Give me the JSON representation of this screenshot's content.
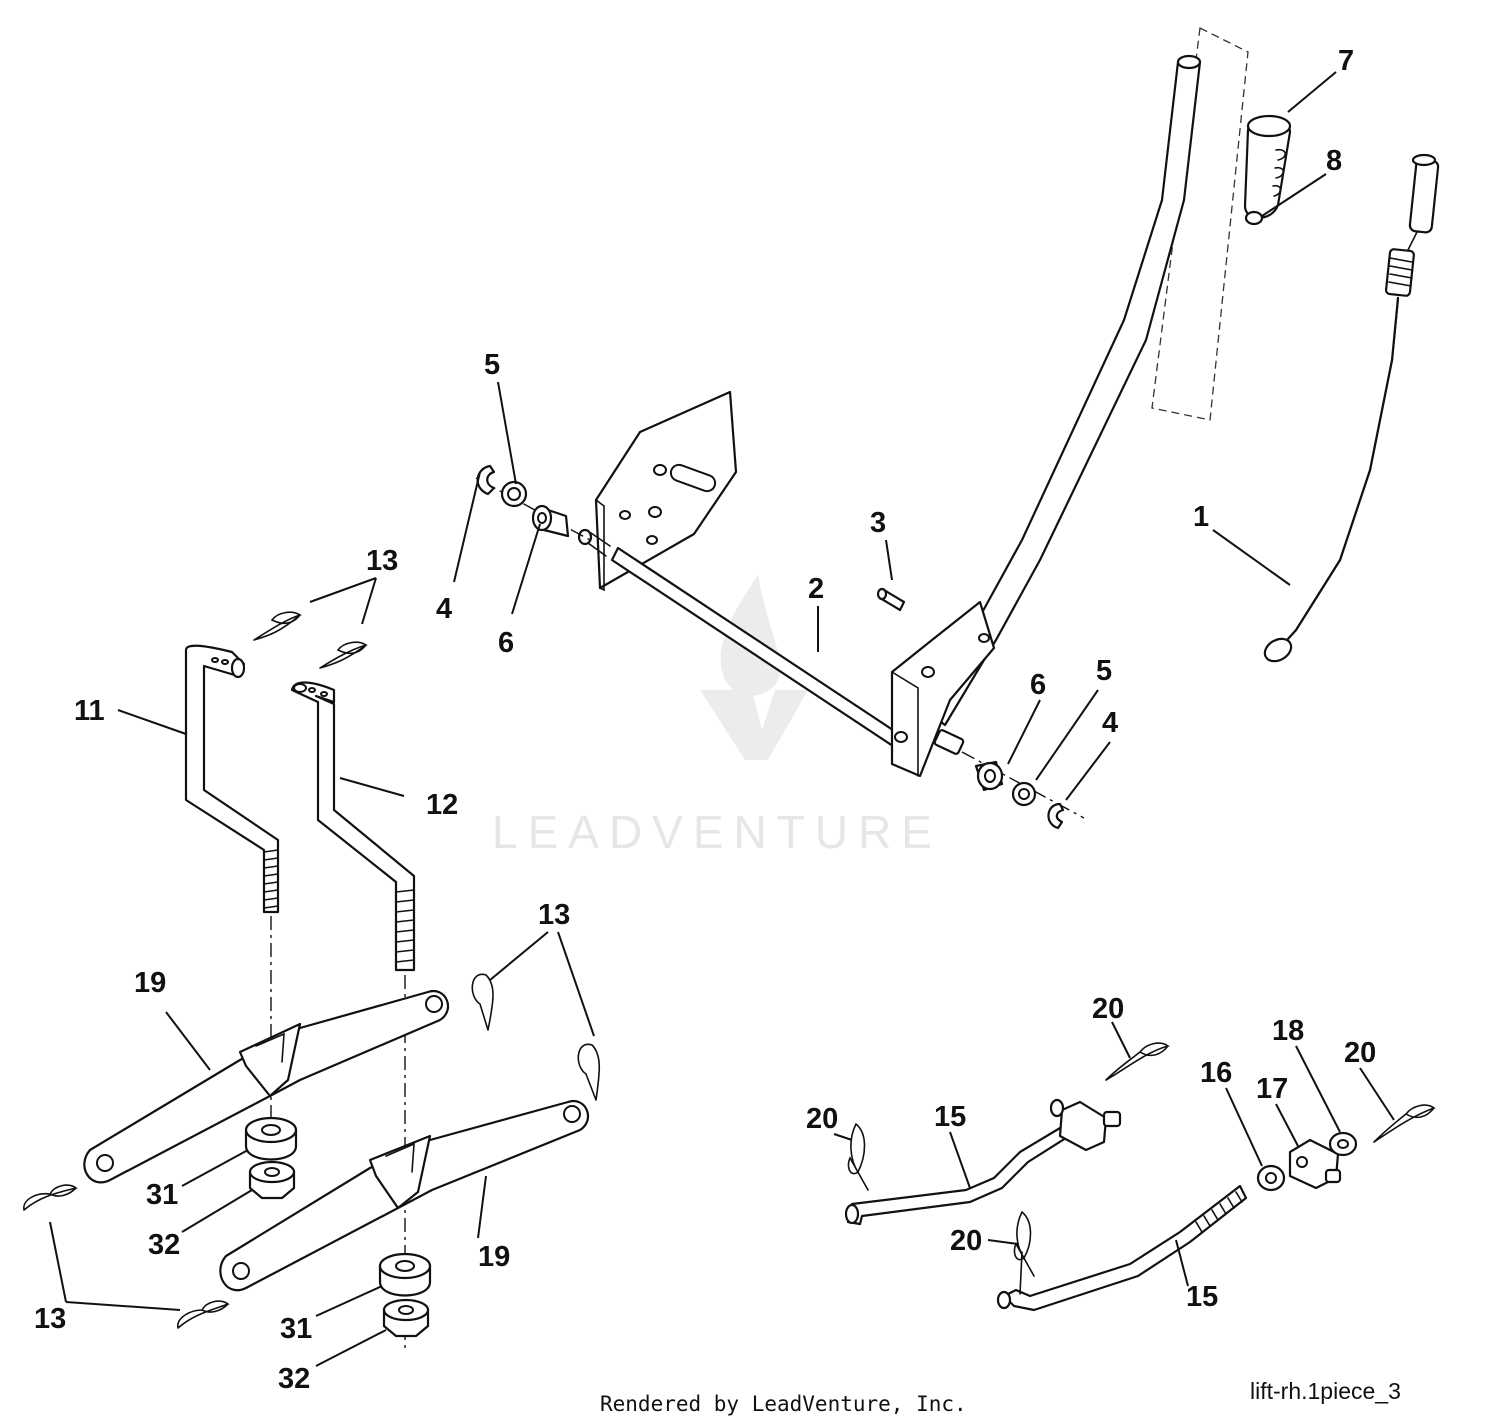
{
  "watermark": {
    "brand": "LEADVENTURE"
  },
  "callouts": {
    "c1": "1",
    "c2": "2",
    "c3": "3",
    "c4a": "4",
    "c4b": "4",
    "c5a": "5",
    "c5b": "5",
    "c6a": "6",
    "c6b": "6",
    "c7": "7",
    "c8": "8",
    "c11": "11",
    "c12": "12",
    "c13a": "13",
    "c13b": "13",
    "c13c": "13",
    "c15a": "15",
    "c15b": "15",
    "c16": "16",
    "c17": "17",
    "c18": "18",
    "c19a": "19",
    "c19b": "19",
    "c20a": "20",
    "c20b": "20",
    "c20c": "20",
    "c20d": "20",
    "c31a": "31",
    "c31b": "31",
    "c32a": "32",
    "c32b": "32"
  },
  "footer": {
    "credit": "Rendered by LeadVenture, Inc.",
    "diagram_id": "lift-rh.1piece_3"
  }
}
